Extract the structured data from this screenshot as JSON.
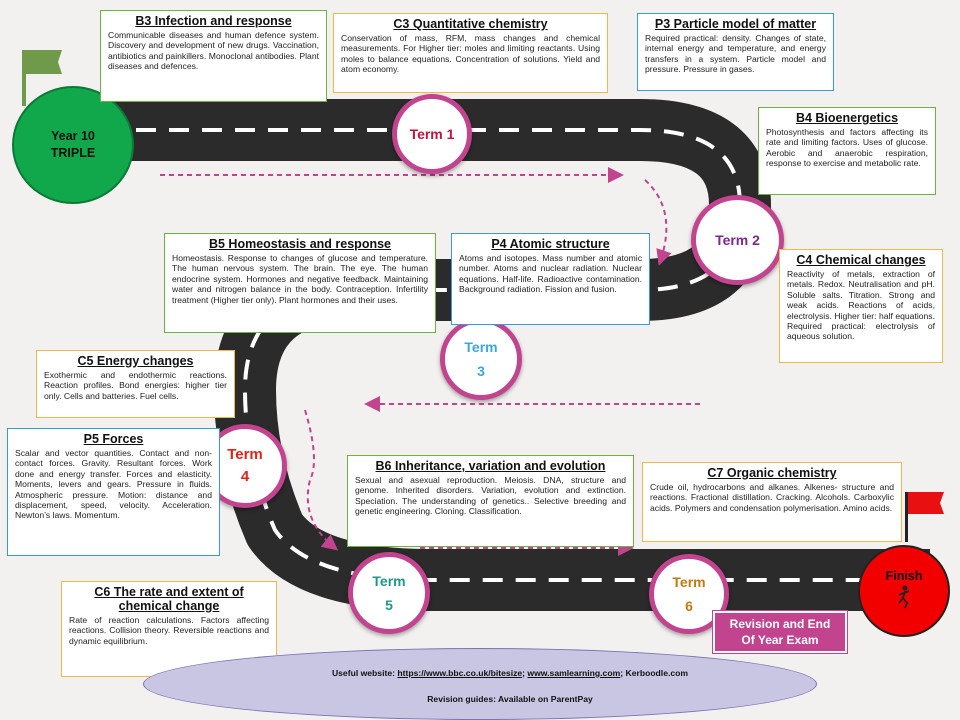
{
  "start": {
    "line1": "Year 10",
    "line2": "TRIPLE"
  },
  "finish": {
    "label": "Finish"
  },
  "terms": [
    {
      "id": "t1",
      "label": "Term 1",
      "color": "#c0143c"
    },
    {
      "id": "t2",
      "line1": "Term 2",
      "color": "#7a2a8c"
    },
    {
      "id": "t3",
      "line1": "Term",
      "line2": "3",
      "color": "#3aa7e0"
    },
    {
      "id": "t4",
      "line1": "Term",
      "line2": "4",
      "color": "#e2231a"
    },
    {
      "id": "t5",
      "line1": "Term",
      "line2": "5",
      "color": "#1a9a8a"
    },
    {
      "id": "t6",
      "line1": "Term",
      "line2": "6",
      "color": "#c27a0e"
    }
  ],
  "topics": {
    "b3": {
      "title": "B3 Infection and response",
      "body": "Communicable diseases and human defence system. Discovery and development of new drugs. Vaccination, antibiotics and painkillers. Monoclonal antibodies. Plant diseases and defences."
    },
    "c3": {
      "title": "C3 Quantitative chemistry",
      "body": "Conservation of mass, RFM, mass changes and chemical measurements. For Higher tier: moles and limiting reactants. Using moles to balance equations. Concentration of solutions. Yield and atom economy."
    },
    "p3": {
      "title": "P3 Particle model of matter",
      "body": "Required practical: density. Changes of state, internal energy and temperature, and energy transfers in a system. Particle model and pressure. Pressure in gases."
    },
    "b4": {
      "title": "B4 Bioenergetics",
      "body": "Photosynthesis and factors affecting its rate and limiting factors. Uses of glucose. Aerobic and anaerobic respiration, response to exercise and metabolic rate."
    },
    "b5": {
      "title": "B5 Homeostasis and response",
      "body": "Homeostasis. Response to changes of glucose and temperature. The human nervous system. The brain. The eye. The human endocrine system. Hormones and negative feedback. Maintaining water and nitrogen balance in the body. Contraception. Infertility treatment (Higher tier only). Plant hormones and their uses."
    },
    "p4": {
      "title": "P4 Atomic structure",
      "body": "Atoms and isotopes. Mass number and atomic number. Atoms and nuclear radiation. Nuclear equations. Half-life. Radioactive contamination. Background radiation. Fission and fusion."
    },
    "c4": {
      "title": "C4 Chemical changes",
      "body": "Reactivity of metals, extraction of metals. Redox. Neutralisation and pH. Soluble salts. Titration. Strong and weak acids. Reactions of acids, electrolysis. Higher tier: half equations. Required practical: electrolysis of aqueous solution."
    },
    "c5": {
      "title": "C5 Energy changes",
      "body": "Exothermic and endothermic reactions. Reaction profiles. Bond energies: higher tier only. Cells and batteries. Fuel cells."
    },
    "p5": {
      "title": "P5 Forces",
      "body": "Scalar and vector quantities. Contact and non- contact forces. Gravity. Resultant forces. Work done and energy transfer. Forces and elasticity. Moments, levers and gears. Pressure in fluids. Atmospheric pressure. Motion: distance and displacement, speed, velocity. Acceleration. Newton’s laws. Momentum."
    },
    "b6": {
      "title": "B6 Inheritance, variation and evolution",
      "body": "Sexual and asexual reproduction. Meiosis. DNA, structure and genome. Inherited disorders. Variation, evolution and extinction. Speciation. The understanding of genetics.. Selective breeding and genetic engineering. Cloning. Classification."
    },
    "c7": {
      "title": "C7 Organic chemistry",
      "body": "Crude oil, hydrocarbons and alkanes. Alkenes- structure and reactions. Fractional distillation. Cracking. Alcohols. Carboxylic acids. Polymers and condensation polymerisation. Amino acids."
    },
    "c6": {
      "title": "C6 The rate and extent of chemical change",
      "body": "Rate of reaction calculations. Factors affecting reactions. Collision theory. Reversible reactions and dynamic equilibrium."
    }
  },
  "exam": {
    "line1": "Revision and End",
    "line2": "Of Year Exam"
  },
  "footer": {
    "useful_label": "Useful website:",
    "link1": "https://www.bbc.co.uk/bitesize",
    "sep": ";",
    "link2": "www.samlearning.com",
    "tail": "; Kerboodle.com",
    "revision": "Revision guides: Available on ParentPay"
  },
  "colors": {
    "road": "#2b2b2b",
    "lane": "#ffffff",
    "arrow": "#c2448f",
    "start": "#10a84a",
    "finish": "#f20000",
    "flag": "#6e9a4a",
    "finish_flag": "#e81010"
  }
}
